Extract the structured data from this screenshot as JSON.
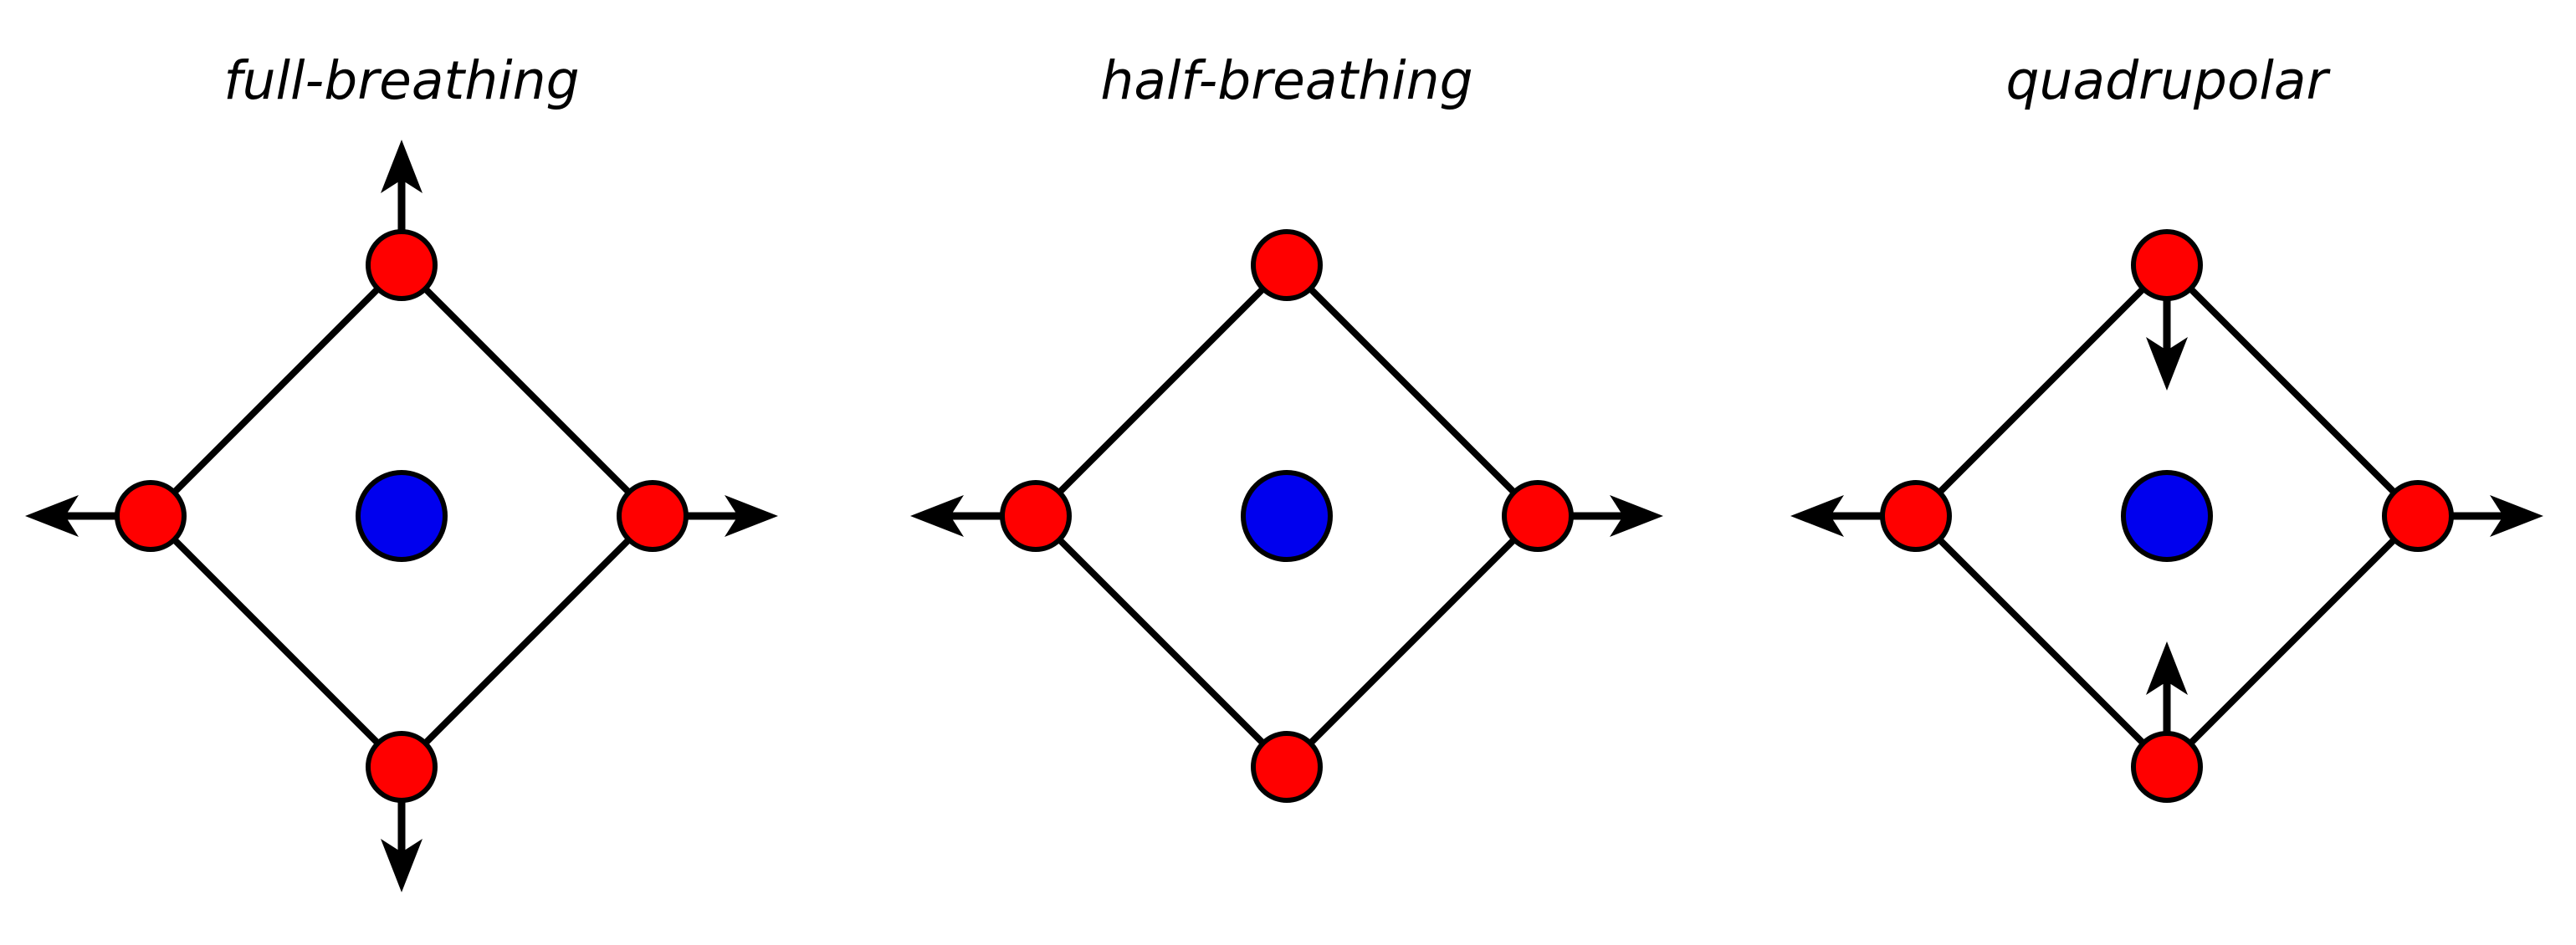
{
  "colors": {
    "outer_atom": "#ff0000",
    "center_atom": "#0000ee",
    "outline": "#000000",
    "background": "#ffffff"
  },
  "panels": [
    {
      "title": "full-breathing",
      "displacements": {
        "top": "out",
        "right": "out",
        "bottom": "out",
        "left": "out"
      }
    },
    {
      "title": "half-breathing",
      "displacements": {
        "top": "none",
        "right": "out",
        "bottom": "none",
        "left": "out"
      }
    },
    {
      "title": "quadrupolar",
      "displacements": {
        "top": "in",
        "right": "out",
        "bottom": "in",
        "left": "out"
      }
    }
  ]
}
